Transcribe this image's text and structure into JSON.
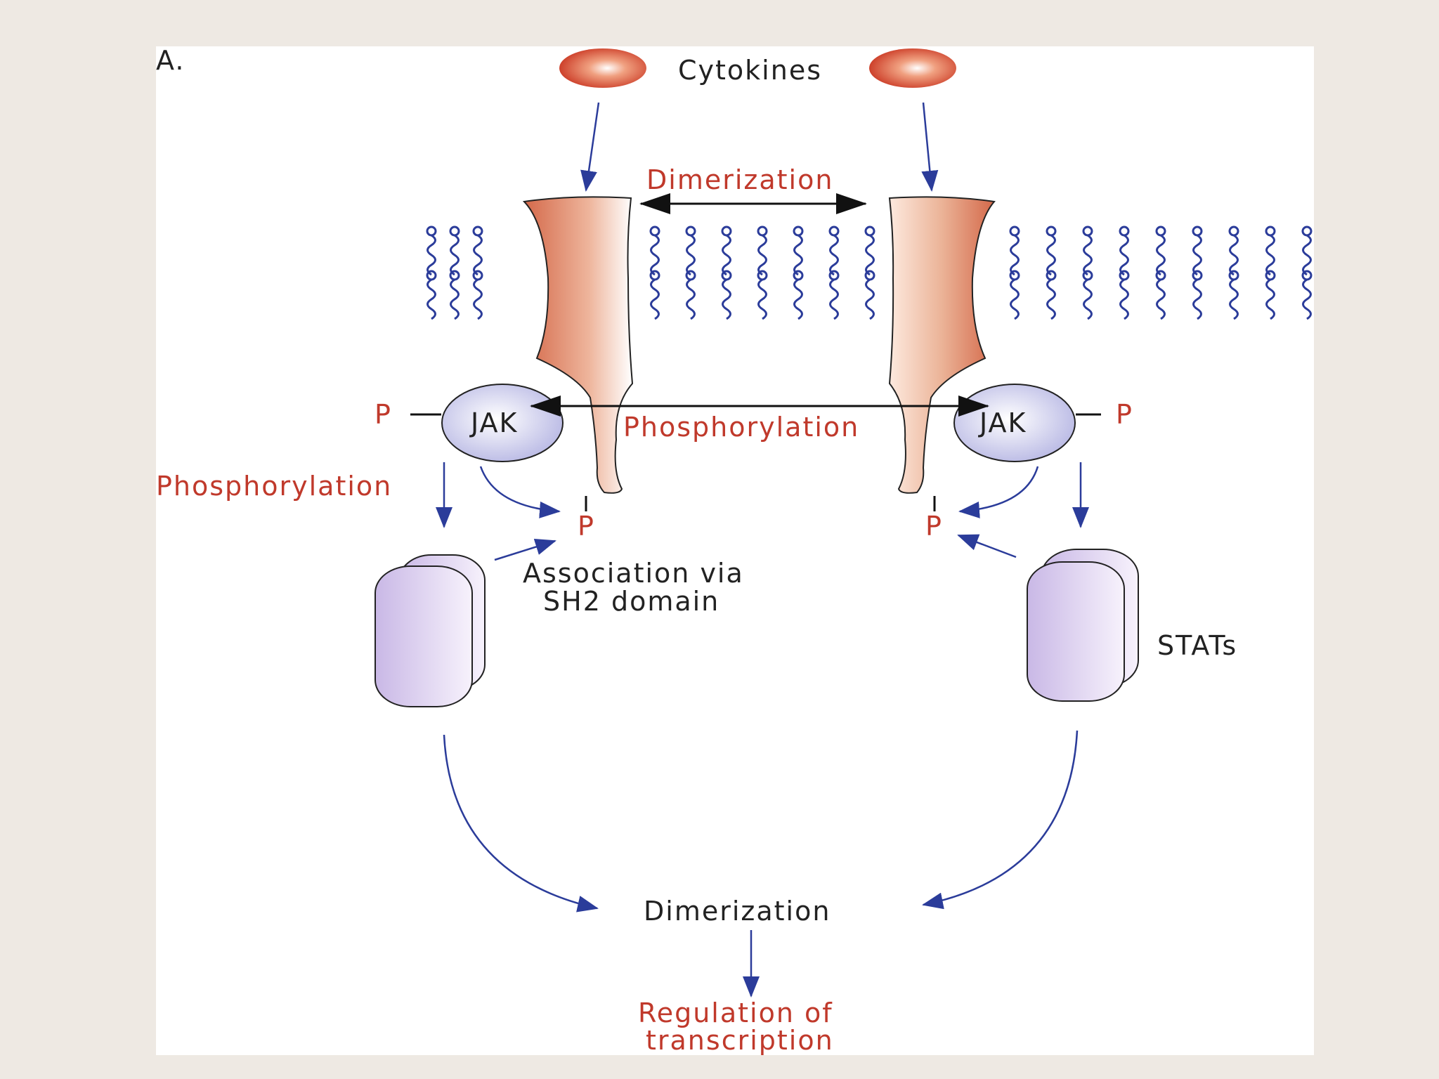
{
  "panel_label": "A.",
  "labels": {
    "cytokines": "Cytokines",
    "dimerization_top": "Dimerization",
    "jak_left": "JAK",
    "jak_right": "JAK",
    "phosphorylation_center": "Phosphorylation",
    "phosphorylation_left": "Phosphorylation",
    "p_left_jak": "P",
    "p_right_jak": "P",
    "p_left_receptor": "P",
    "p_right_receptor": "P",
    "association_line1": "Association via",
    "association_line2": "SH2 domain",
    "stats": "STATs",
    "dimerization_bottom": "Dimerization",
    "regulation_line1": "Regulation of",
    "regulation_line2": "transcription"
  },
  "colors": {
    "page_background": "#eee9e3",
    "slide_background": "#ffffff",
    "label_red": "#c0392b",
    "arrow_blue": "#2b3c9a",
    "membrane_blue": "#2b3c9a",
    "receptor": "#d4694a",
    "jak_fill": "#c8c8ea",
    "stat_fill": "#d0c4e8"
  }
}
